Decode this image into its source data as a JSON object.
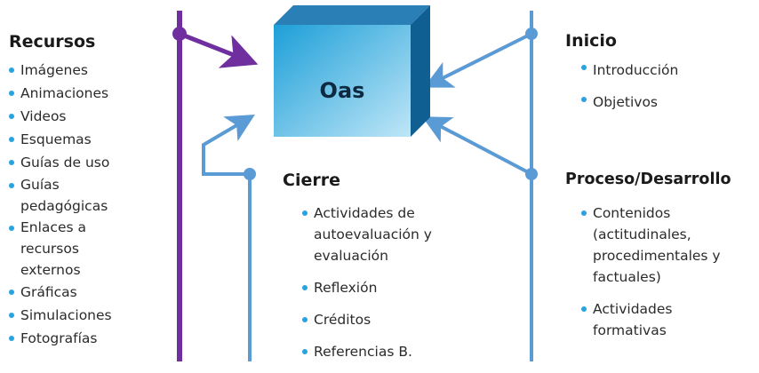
{
  "colors": {
    "purple": "#6f2f9f",
    "blue": "#5b9bd5",
    "bullet": "#29a3e0"
  },
  "cube": {
    "label": "Oas"
  },
  "recursos": {
    "title": "Recursos",
    "items": [
      "Imágenes",
      "Animaciones",
      "Videos",
      "Esquemas",
      "Guías de uso",
      "Guías pedagógicas",
      "Enlaces a recursos externos",
      "Gráficas",
      "Simulaciones",
      "Fotografías"
    ]
  },
  "inicio": {
    "title": "Inicio",
    "items": [
      "Introducción",
      "Objetivos"
    ]
  },
  "cierre": {
    "title": "Cierre",
    "items": [
      "Actividades de autoevaluación y evaluación",
      "Reflexión",
      "Créditos",
      "Referencias B."
    ]
  },
  "proceso": {
    "title": "Proceso/Desarrollo",
    "items": [
      "Contenidos (actitudinales, procedimentales y factuales)",
      "Actividades formativas"
    ]
  }
}
